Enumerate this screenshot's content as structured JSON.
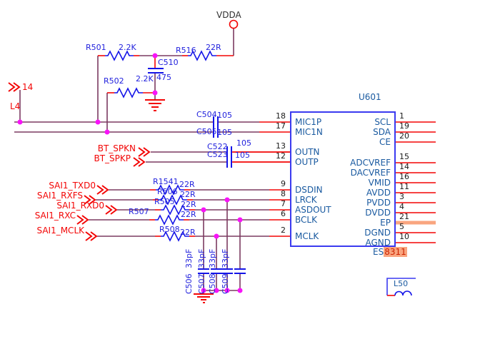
{
  "schematic": {
    "power_net": "VDDA",
    "ic": {
      "designator": "U601",
      "part_prefix": "ES",
      "part_highlighted": "8311",
      "left_pins": [
        {
          "num": "18",
          "name": "MIC1P"
        },
        {
          "num": "17",
          "name": "MIC1N"
        },
        {
          "num": "13",
          "name": "OUTN"
        },
        {
          "num": "12",
          "name": "OUTP"
        },
        {
          "num": "9",
          "name": "DSDIN"
        },
        {
          "num": "8",
          "name": "LRCK"
        },
        {
          "num": "7",
          "name": "ASDOUT"
        },
        {
          "num": "6",
          "name": "BCLK"
        },
        {
          "num": "2",
          "name": "MCLK"
        }
      ],
      "right_pins": [
        {
          "num": "1",
          "name": "SCL"
        },
        {
          "num": "19",
          "name": "SDA"
        },
        {
          "num": "20",
          "name": "CE"
        },
        {
          "num": "15",
          "name": "ADCVREF"
        },
        {
          "num": "14",
          "name": "DACVREF"
        },
        {
          "num": "16",
          "name": "VMID"
        },
        {
          "num": "11",
          "name": "AVDD"
        },
        {
          "num": "3",
          "name": "PVDD"
        },
        {
          "num": "4",
          "name": "DVDD"
        },
        {
          "num": "21",
          "name": "EP"
        },
        {
          "num": "5",
          "name": "DGND"
        },
        {
          "num": "10",
          "name": "AGND"
        }
      ]
    },
    "ports": {
      "left_pin_number": "14",
      "left_net": "L4",
      "bt_spkn": "BT_SPKN",
      "bt_spkp": "BT_SPKP",
      "sai1_txd0": "SAI1_TXD0",
      "sai1_rxfs": "SAI1_RXFS",
      "sai1_rxd0": "SAI1_RXD0",
      "sai1_rxc": "SAI1_RXC",
      "sai1_mclk": "SAI1_MCLK"
    },
    "resistors": {
      "r501": {
        "ref": "R501",
        "value": "2.2K"
      },
      "r516": {
        "ref": "R516",
        "value": "22R"
      },
      "r502": {
        "ref": "R502",
        "value": "2.2K"
      },
      "r1541": {
        "ref": "R1541",
        "value": "22R"
      },
      "r506": {
        "ref": "R506",
        "value": "22R"
      },
      "r505": {
        "ref": "R505",
        "value": "22R"
      },
      "r507": {
        "ref": "R507",
        "value": "22R"
      },
      "r508": {
        "ref": "R508",
        "value": "22R"
      }
    },
    "capacitors": {
      "c510": {
        "ref": "C510",
        "value": "475"
      },
      "c504": {
        "ref": "C504",
        "value": "105"
      },
      "c505": {
        "ref": "C505",
        "value": "105"
      },
      "c522": {
        "ref": "C522",
        "value": "105"
      },
      "c523": {
        "ref": "C523",
        "value": "105"
      },
      "c506": {
        "ref": "C506",
        "value": "33pF"
      },
      "c507": {
        "ref": "C507",
        "value": "33pF"
      },
      "c508": {
        "ref": "C508",
        "value": "33pF"
      },
      "c509": {
        "ref": "C509",
        "value": "33pF"
      }
    },
    "inductor": {
      "ref": "L50"
    },
    "colors": {
      "wire": "#7b3a60",
      "component_blue": "#1414e8",
      "pin_red": "#f30505",
      "net_label_red": "#f30505",
      "pin_name_blue": "#1a5aa0",
      "junction_magenta": "#f813f8",
      "highlight_bg": "#f9a57f",
      "highlight_text": "#cc2200"
    }
  }
}
